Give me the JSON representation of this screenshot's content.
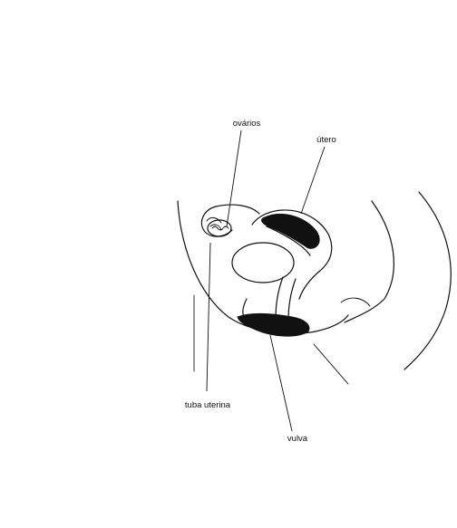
{
  "labels": {
    "ovaries": "ovários",
    "uterus": "útero",
    "uterine_tube": "tuba uterina",
    "vulva": "vulva"
  },
  "colors": {
    "ink": "#111111",
    "background": "#ffffff"
  }
}
